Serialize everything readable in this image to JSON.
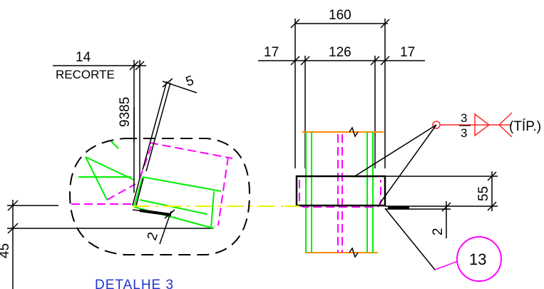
{
  "colors": {
    "line": "#000000",
    "steel": "#00ee00",
    "hidden": "#ff00ff",
    "center": "#f0f000",
    "cut": "#ff8c00",
    "weld": "#ff2a2a",
    "title": "#1f33c8"
  },
  "detail_left": {
    "dim_recorte_value": "14",
    "dim_recorte_label": "RECORTE",
    "dim_vertical": "9385",
    "dim_thickness": "5",
    "dim_gap": "2",
    "dim_left_partial": "45",
    "title": "DETALHE 3"
  },
  "detail_right": {
    "dim_total": "160",
    "dim_left": "17",
    "dim_center": "126",
    "dim_right": "17",
    "dim_height": "55",
    "dim_gap": "2",
    "weld_top": "3",
    "weld_bottom": "3",
    "weld_note": "(TÍP.)",
    "item_bubble": "13"
  }
}
